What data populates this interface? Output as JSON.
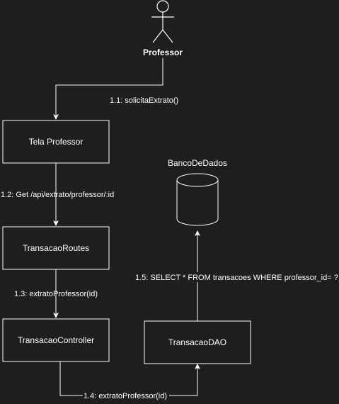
{
  "actor": {
    "label": "Professor"
  },
  "boxes": {
    "tela_professor": "Tela Professor",
    "transacao_routes": "TransacaoRoutes",
    "transacao_controller": "TransacaoController",
    "transacao_dao": "TransacaoDAO"
  },
  "database": {
    "label": "BancoDeDados"
  },
  "messages": {
    "m1_1": "1.1: solicitaExtrato()",
    "m1_2": "1.2: Get /api/extrato/professor/:id",
    "m1_3": "1.3: extratoProfessor(id)",
    "m1_4": "1.4: extratoProfessor(id)",
    "m1_5": "1.5: SELECT * FROM transacoes WHERE professor_id= ?"
  },
  "colors": {
    "background": "#1e1e1e",
    "stroke": "#ffffff",
    "text": "#ffffff"
  }
}
